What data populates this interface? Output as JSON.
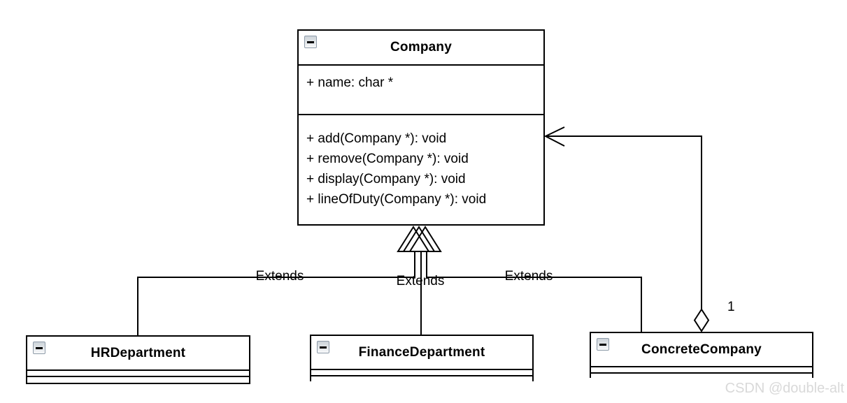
{
  "diagram": {
    "classes": {
      "company": {
        "name": "Company",
        "attributes": [
          "+ name: char *"
        ],
        "methods": [
          "+ add(Company *): void",
          "+ remove(Company *): void",
          "+ display(Company *): void",
          "+ lineOfDuty(Company *): void"
        ]
      },
      "hr": {
        "name": "HRDepartment"
      },
      "finance": {
        "name": "FinanceDepartment"
      },
      "concrete": {
        "name": "ConcreteCompany"
      }
    },
    "labels": {
      "extends_left": "Extends",
      "extends_center": "Extends",
      "extends_right": "Extends",
      "multiplicity": "1"
    },
    "icons": {
      "collapse": "minus-collapse-icon"
    },
    "colors": {
      "line": "#000000",
      "box_background": "#ffffff",
      "watermark": "#d9d9d9"
    },
    "watermark": "CSDN @double-alt"
  }
}
